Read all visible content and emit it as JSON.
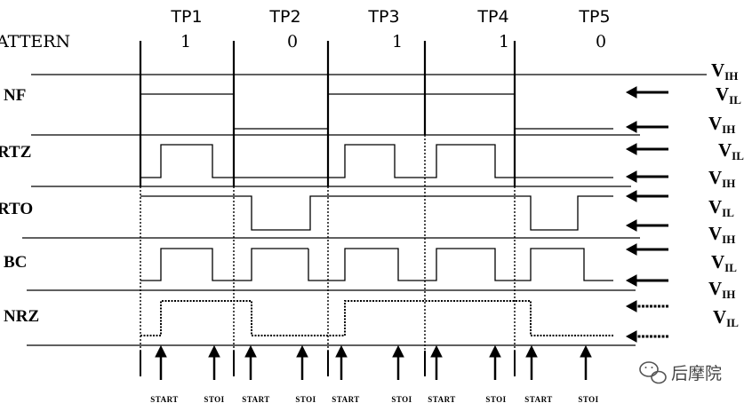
{
  "timing_points": [
    "TP1",
    "TP2",
    "TP3",
    "TP4",
    "TP5"
  ],
  "pattern": {
    "label": "ATTERN",
    "values": [
      "1",
      "0",
      "1",
      "1",
      "0"
    ]
  },
  "rows": [
    {
      "label": "NF",
      "high": "V",
      "high_sub": "IH",
      "low": "V",
      "low_sub": "IL"
    },
    {
      "label": "RTZ",
      "high": "V",
      "high_sub": "IH",
      "low": "V",
      "low_sub": "IL"
    },
    {
      "label": "RTO",
      "high": "V",
      "high_sub": "IH",
      "low": "V",
      "low_sub": "IL"
    },
    {
      "label": "BC",
      "high": "V",
      "high_sub": "IH",
      "low": "V",
      "low_sub": "IL"
    },
    {
      "label": "NRZ",
      "high": "V",
      "high_sub": "IH",
      "low": "V",
      "low_sub": "IL"
    }
  ],
  "markers": {
    "start": "START",
    "stop": "STOI"
  },
  "watermark": {
    "icon": "wechat-icon",
    "text": "后摩院"
  },
  "colors": {
    "line": "#000000",
    "background": "#ffffff",
    "watermark": "#555555"
  }
}
